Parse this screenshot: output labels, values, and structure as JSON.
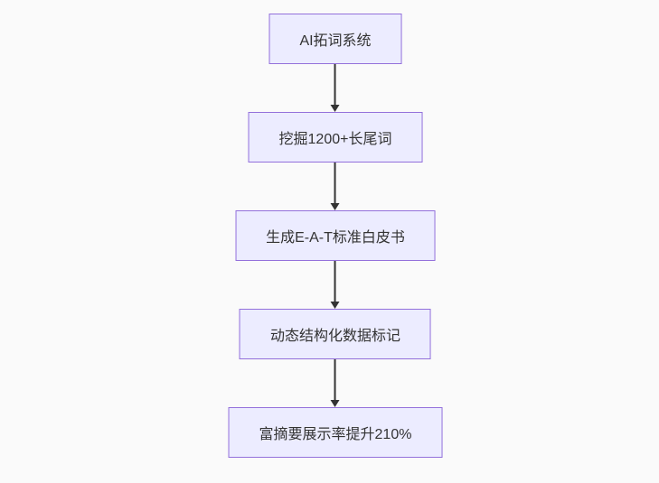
{
  "page": {
    "background_color": "#fafafa"
  },
  "chart_data": {
    "type": "flowchart",
    "direction": "top-down",
    "nodes": [
      {
        "id": "n1",
        "label": "AI拓词系统"
      },
      {
        "id": "n2",
        "label": "挖掘1200+长尾词"
      },
      {
        "id": "n3",
        "label": "生成E-A-T标准白皮书"
      },
      {
        "id": "n4",
        "label": "动态结构化数据标记"
      },
      {
        "id": "n5",
        "label": "富摘要展示率提升210%"
      }
    ],
    "edges": [
      {
        "from": "n1",
        "to": "n2",
        "style": "arrow"
      },
      {
        "from": "n2",
        "to": "n3",
        "style": "arrow"
      },
      {
        "from": "n3",
        "to": "n4",
        "style": "arrow"
      },
      {
        "from": "n4",
        "to": "n5",
        "style": "arrow"
      }
    ],
    "colors": {
      "node_fill": "#ECECFF",
      "node_border": "#9370DB",
      "edge_color": "#333333",
      "text_color": "#333333"
    }
  }
}
